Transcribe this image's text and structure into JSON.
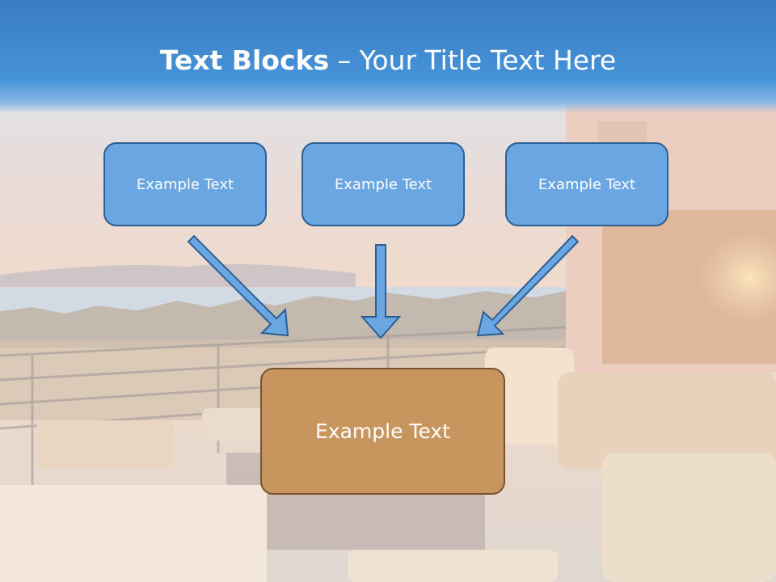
{
  "title": {
    "bold": "Text Blocks",
    "dash": " – ",
    "rest": "Your Title Text Here"
  },
  "boxes": {
    "top_left": "Example Text",
    "top_center": "Example Text",
    "top_right": "Example Text",
    "bottom": "Example Text"
  },
  "colors": {
    "title_band": "#4592d9",
    "top_box_fill": "#6aa6e2",
    "top_box_border": "#2c5f92",
    "bottom_box_fill": "#c8955f",
    "bottom_box_border": "#7a5330",
    "arrow_fill": "#6aa6e2",
    "arrow_stroke": "#2c5f92"
  }
}
